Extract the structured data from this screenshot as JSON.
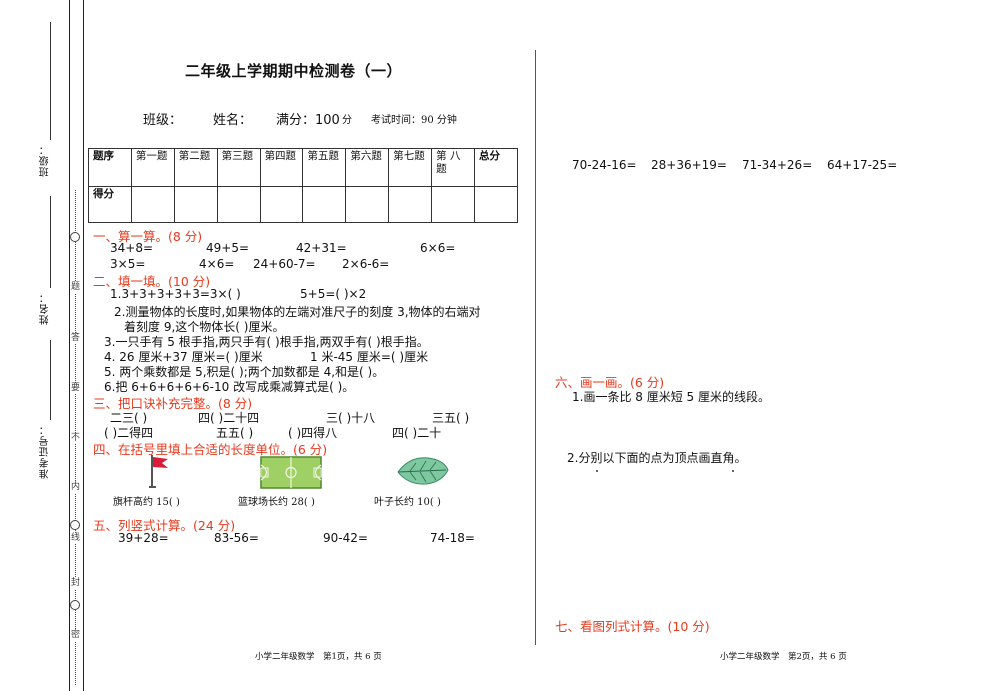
{
  "binding": {
    "label_class": "班级：",
    "label_name": "姓名：",
    "label_id": "准考证号：",
    "chars": [
      "题",
      "答",
      "要",
      "不",
      "内",
      "线",
      "封",
      "密"
    ]
  },
  "header": {
    "title": "二年级上学期期中检测卷（一）",
    "class_label": "班级：",
    "name_label": "姓名：",
    "score_label": "满分：100",
    "score_unit": "分",
    "time_label": "考试时间：90 分钟"
  },
  "score_table": {
    "header_row": [
      "题序",
      "第一题",
      "第二题",
      "第三题",
      "第四题",
      "第五题",
      "第六题",
      "第七题",
      "第 八题",
      "总分"
    ],
    "row2_label": "得分"
  },
  "sections": {
    "s1": {
      "title": "一、算一算。(8 分)",
      "row1": [
        "34+8=",
        "49+5=",
        "42+31=",
        "6×6="
      ],
      "row2": [
        "3×5=",
        "4×6=",
        "24+60-7=",
        "2×6-6="
      ]
    },
    "s2": {
      "title": "二、填一填。(10 分)",
      "q1a": "1.3+3+3+3+3=3×(        )",
      "q1b": "5+5=(        )×2",
      "q2a": "2.测量物体的长度时,如果物体的左端对准尺子的刻度 3,物体的右端对",
      "q2b": "着刻度 9,这个物体长(        )厘米。",
      "q3": "3.一只手有 5 根手指,两只手有(        )根手指,两双手有(        )根手指。",
      "q4a": "4. 26 厘米+37 厘米=(        )厘米",
      "q4b": "1 米-45 厘米=(        )厘米",
      "q5": "5. 两个乘数都是 5,积是(        );两个加数都是 4,和是(        )。",
      "q6": "6.把 6+6+6+6+6-10 改写成乘减算式是(                                  )。"
    },
    "s3": {
      "title": "三、把口诀补充完整。(8 分)",
      "row1": [
        "二三(        )",
        "四(        )二十四",
        "三(        )十八",
        "三五(        )"
      ],
      "row2": [
        "(        )二得四",
        "五五(        )",
        "(        )四得八",
        "四(        )二十"
      ]
    },
    "s4": {
      "title": "四、在括号里填上合适的长度单位。(6 分)",
      "captions": [
        "旗杆高约 15(        )",
        "篮球场长约 28(        )",
        "叶子长约 10(        )"
      ]
    },
    "s5": {
      "title": "五、列竖式计算。(24 分)",
      "row1": [
        "39+28=",
        "83-56=",
        "90-42=",
        "74-18="
      ],
      "row2": [
        "70-24-16=",
        "28+36+19=",
        "71-34+26=",
        "64+17-25="
      ]
    },
    "s6": {
      "title": "六、画一画。(6 分)",
      "q1": "1.画一条比 8 厘米短 5 厘米的线段。",
      "q2": "2.分别以下面的点为顶点画直角。"
    },
    "s7": {
      "title": "七、看图列式计算。(10 分)"
    }
  },
  "footer": {
    "left": "小学二年级数学　第1页，共 6 页",
    "right": "小学二年级数学　第2页，共 6 页"
  },
  "colors": {
    "section_title": "#e8391d",
    "court_green": "#8bc34a",
    "leaf_green": "#7ec8a0",
    "flag_red": "#d81e3a"
  }
}
